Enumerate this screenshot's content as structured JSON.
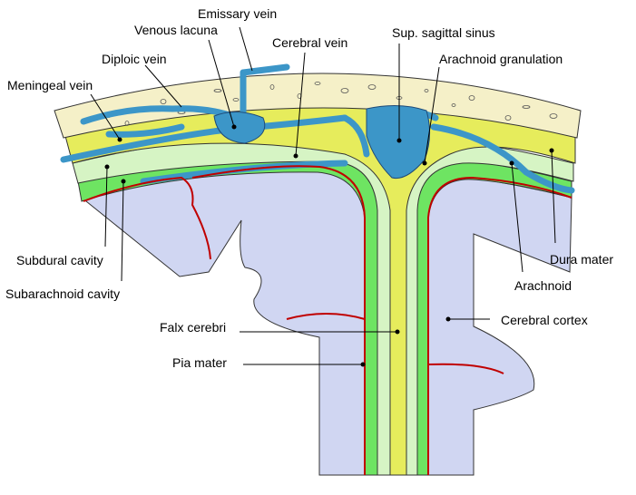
{
  "colors": {
    "skull": "#f5f0c8",
    "dura": "#e6ec5c",
    "arachnoid": "#d6f4c4",
    "pia": "#6ee462",
    "cortex": "#d0d6f2",
    "vein": "#3c96c8",
    "vein_outline": "#1e4a78",
    "pia_line": "#c00000"
  },
  "labels": {
    "emissary_vein": "Emissary vein",
    "venous_lacuna": "Venous lacuna",
    "cerebral_vein": "Cerebral vein",
    "diploic_vein": "Diploic vein",
    "meningeal_vein": "Meningeal vein",
    "sup_sagittal_sinus": "Sup. sagittal sinus",
    "arachnoid_granulation": "Arachnoid granulation",
    "dura_mater": "Dura mater",
    "arachnoid": "Arachnoid",
    "cerebral_cortex": "Cerebral cortex",
    "subdural_cavity": "Subdural cavity",
    "subarachnoid_cavity": "Subarachnoid cavity",
    "falx_cerebri": "Falx cerebri",
    "pia_mater": "Pia mater"
  }
}
